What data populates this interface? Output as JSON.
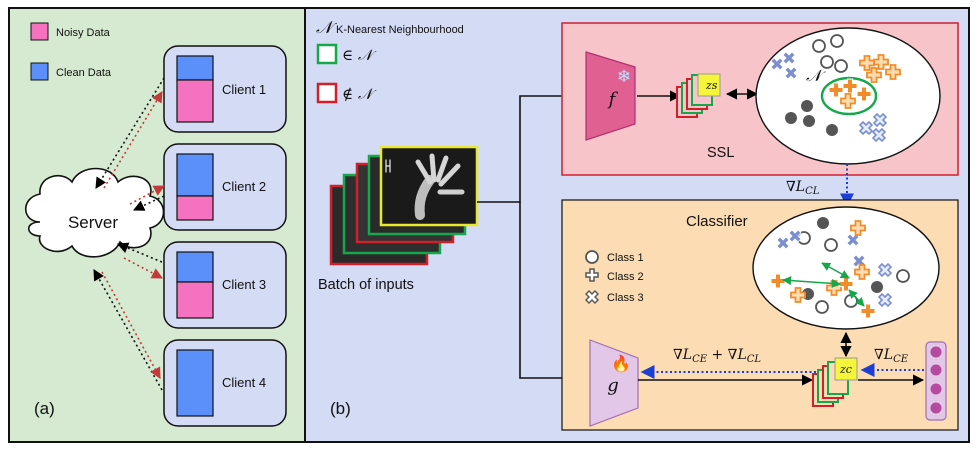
{
  "panel_a": {
    "tag": "(a)",
    "legend_noisy": "Noisy Data",
    "legend_clean": "Clean Data",
    "server": "Server",
    "clients": [
      "Client 1",
      "Client 2",
      "Client 3",
      "Client 4"
    ],
    "colors": {
      "noisy": "#f472c0",
      "clean": "#5b8ff9",
      "background": "#d5ead0"
    }
  },
  "panel_b": {
    "tag": "(b)",
    "legend_knn_symbol": "𝒩",
    "legend_knn_text": "K-Nearest Neighbourhood",
    "legend_in": "∈ 𝒩",
    "legend_notin": "∉ 𝒩",
    "batch_label": "Batch of inputs",
    "ssl_label": "SSL",
    "classifier_label": "Classifier",
    "f_label": "f",
    "g_label": "g",
    "zs_label": "zs",
    "zc_label": "zc",
    "n_label": "𝒩",
    "grad_cl": "∇L",
    "grad_cl_sub": "CL",
    "grad_ce": "∇L",
    "grad_ce_sub": "CE",
    "grad_mid_a": "∇L",
    "grad_mid_a_sub": "CE",
    "grad_mid_plus": " + ∇L",
    "grad_mid_b_sub": "CL",
    "classes": [
      "Class 1",
      "Class 2",
      "Class 3"
    ],
    "colors": {
      "background": "#d4dbf5",
      "ssl_box": "#f7c5c9",
      "classifier_box": "#fcdcb3",
      "knn_in": "#14a84a",
      "knn_out": "#d0202a",
      "plus": "#f28c28",
      "cross": "#7b8fd0"
    }
  }
}
